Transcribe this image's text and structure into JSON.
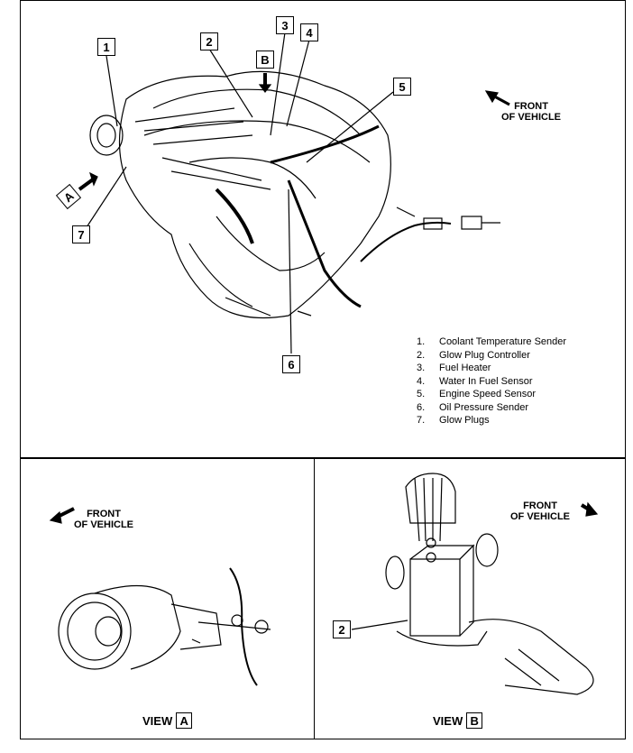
{
  "callouts": {
    "c1": "1",
    "c2": "2",
    "c3": "3",
    "c4": "4",
    "c5": "5",
    "c6": "6",
    "c7": "7",
    "view_a_marker": "A",
    "view_b_marker": "B",
    "c2_view_b": "2"
  },
  "front_of_vehicle": {
    "top": [
      "FRONT",
      "OF VEHICLE"
    ],
    "view_a": [
      "FRONT",
      "OF VEHICLE"
    ],
    "view_b": [
      "FRONT",
      "OF VEHICLE"
    ]
  },
  "legend": [
    {
      "num": "1.",
      "label": "Coolant Temperature Sender"
    },
    {
      "num": "2.",
      "label": "Glow Plug Controller"
    },
    {
      "num": "3.",
      "label": "Fuel Heater"
    },
    {
      "num": "4.",
      "label": "Water In Fuel Sensor"
    },
    {
      "num": "5.",
      "label": "Engine Speed Sensor"
    },
    {
      "num": "6.",
      "label": "Oil Pressure Sender"
    },
    {
      "num": "7.",
      "label": "Glow Plugs"
    }
  ],
  "views": {
    "a": {
      "word": "VIEW",
      "letter": "A"
    },
    "b": {
      "word": "VIEW",
      "letter": "B"
    }
  }
}
